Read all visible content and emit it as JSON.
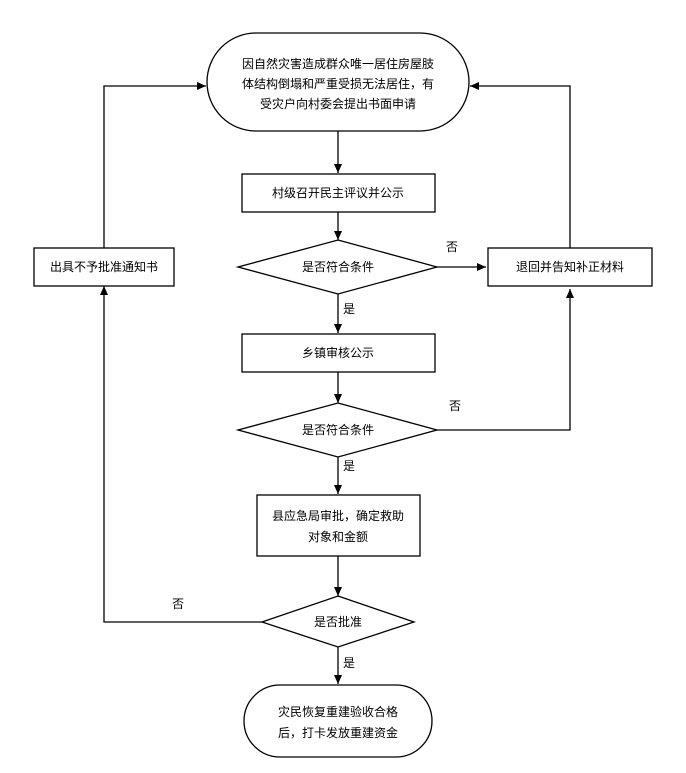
{
  "nodes": {
    "start": {
      "lines": [
        "因自然灾害造成群众唯一居住房屋肢",
        "体结构倒塌和严重受损无法居住，有",
        "受灾户向村委会提出书面申请"
      ]
    },
    "village": {
      "lines": [
        "村级召开民主评议并公示"
      ]
    },
    "check1": {
      "lines": [
        "是否符合条件"
      ]
    },
    "return": {
      "lines": [
        "退回并告知补正材料"
      ]
    },
    "town": {
      "lines": [
        "乡镇审核公示"
      ]
    },
    "check2": {
      "lines": [
        "是否符合条件"
      ]
    },
    "county": {
      "lines": [
        "县应急局审批，确定救助",
        "对象和金额"
      ]
    },
    "approve": {
      "lines": [
        "是否批准"
      ]
    },
    "notice": {
      "lines": [
        "出具不予批准通知书"
      ]
    },
    "end": {
      "lines": [
        "灾民恢复重建验收合格",
        "后，打卡发放重建资金"
      ]
    }
  },
  "edges": {
    "check1_yes": "是",
    "check1_no": "否",
    "check2_yes": "是",
    "check2_no": "否",
    "approve_yes": "是",
    "approve_no": "否"
  }
}
